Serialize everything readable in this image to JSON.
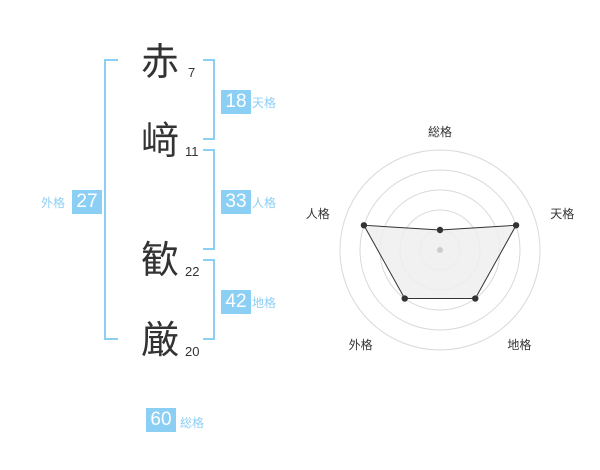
{
  "name": {
    "chars": [
      {
        "char": "赤",
        "strokes": "7"
      },
      {
        "char": "﨑",
        "strokes": "11"
      },
      {
        "char": "歓",
        "strokes": "22"
      },
      {
        "char": "厳",
        "strokes": "20"
      }
    ]
  },
  "scores": {
    "tenkaku": {
      "value": "18",
      "label": "天格"
    },
    "jinkaku": {
      "value": "33",
      "label": "人格"
    },
    "chikaku": {
      "value": "42",
      "label": "地格"
    },
    "gaikaku": {
      "value": "27",
      "label": "外格"
    },
    "soukaku": {
      "value": "60",
      "label": "総格"
    }
  },
  "colors": {
    "accent": "#8ccff5",
    "text": "#333333",
    "ring": "#d9d9d9",
    "fill": "#eeeeee",
    "polygon": "#333333"
  },
  "chart_data": {
    "type": "radar",
    "axes": [
      "総格",
      "天格",
      "地格",
      "外格",
      "人格"
    ],
    "values": [
      1,
      4,
      3,
      3,
      4
    ],
    "max": 5
  }
}
